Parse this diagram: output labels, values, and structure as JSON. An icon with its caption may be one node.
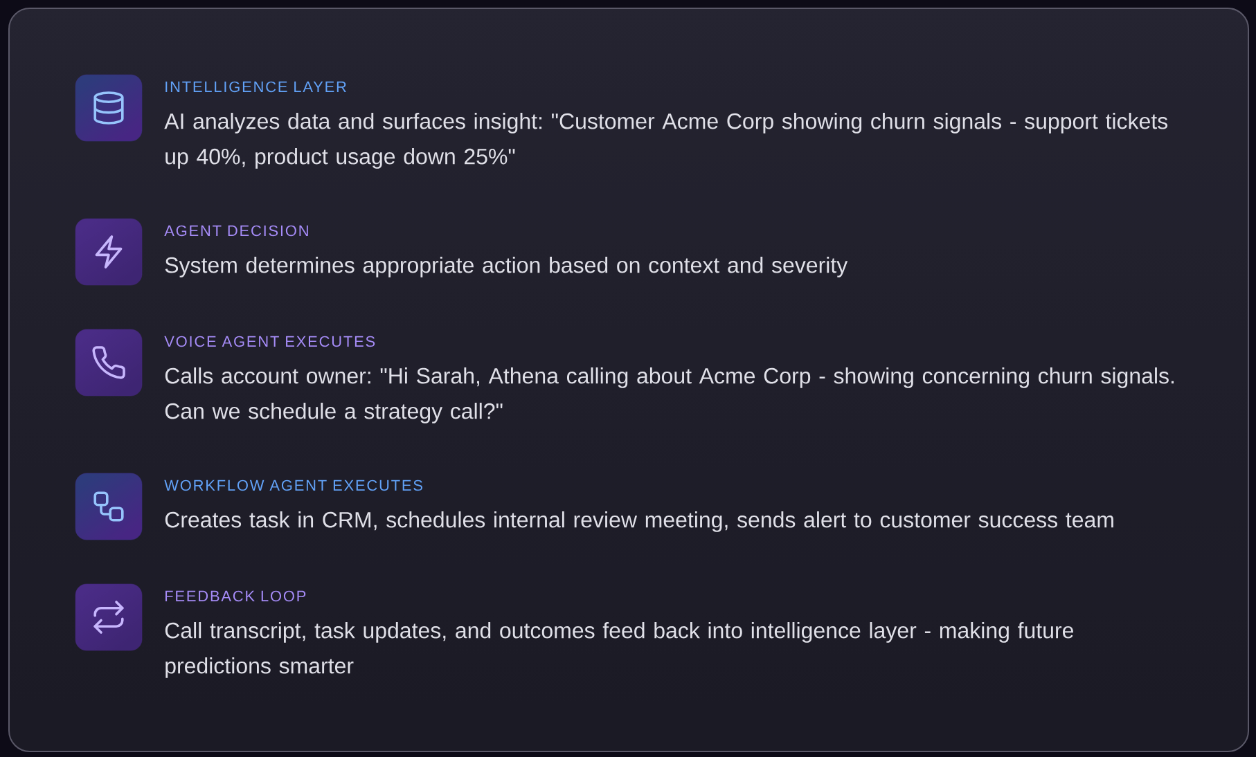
{
  "diagram": {
    "nodes": [
      {
        "text": [],
        "shape": "box"
      },
      {
        "text": [
          "INTELLIGENCE LAYER",
          "AI analyzes data and surfaces insight: \"Customer Acme Corp showing churn signals - support tickets up 40%, product usage down 25%\""
        ],
        "in": 0
      },
      {
        "text": [
          "AGENT DECISION",
          "System determines appropriate action based on context and severity"
        ],
        "in": 0
      },
      {
        "text": [
          "VOICE AGENT EXECUTES",
          "Calls account owner: \"Hi Sarah, Athena calling about Acme Corp - showing concerning churn signals. Can we schedule a strategy call?\""
        ],
        "in": 0
      },
      {
        "text": [
          "WORKFLOW AGENT EXECUTES",
          "Creates task in CRM, schedules internal review meeting, sends alert to customer success team"
        ],
        "in": 0
      },
      {
        "text": [
          "FEEDBACK LOOP",
          "Call transcript, task updates, and outcomes feed back into intelligence layer - making future predictions smarter"
        ],
        "in": 0
      }
    ]
  }
}
